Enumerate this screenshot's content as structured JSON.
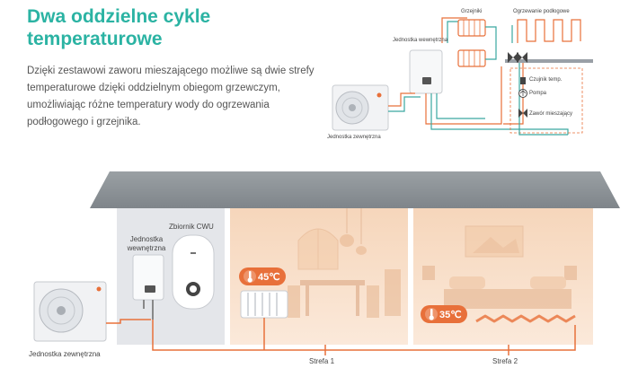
{
  "title": "Dwa oddzielne cykle temperaturowe",
  "description": "Dzięki zestawowi zaworu mieszającego możliwe są dwie strefy temperaturowe dzięki oddzielnym obiegom grzewczym, umożliwiając różne temperatury wody do ogrzewania podłogowego i grzejnika.",
  "schematic": {
    "radiators_label": "Grzejniki",
    "floor_heating_label": "Ogrzewanie podłogowe",
    "indoor_unit_label": "Jednostka wewnętrzna",
    "outdoor_unit_label": "Jednostka zewnętrzna",
    "temp_sensor_label": "Czujnik temp.",
    "pump_label": "Pompa",
    "mixing_valve_label": "Zawór mieszający"
  },
  "house": {
    "tank_label": "Zbiornik CWU",
    "indoor_unit_label": "Jednostka wewnętrzna",
    "outdoor_unit_label": "Jednostka zewnętrzna",
    "zone1_temp": "45℃",
    "zone2_temp": "35℃",
    "zone1_label": "Strefa 1",
    "zone2_label": "Strefa 2"
  },
  "colors": {
    "accent": "#2bb3a3",
    "hot_pipe": "#e8703a",
    "cold_pipe": "#3aa8a0",
    "roof": "#8e9498",
    "warm_room": "#f8dcc4",
    "tech_room": "#e4e6ea"
  }
}
